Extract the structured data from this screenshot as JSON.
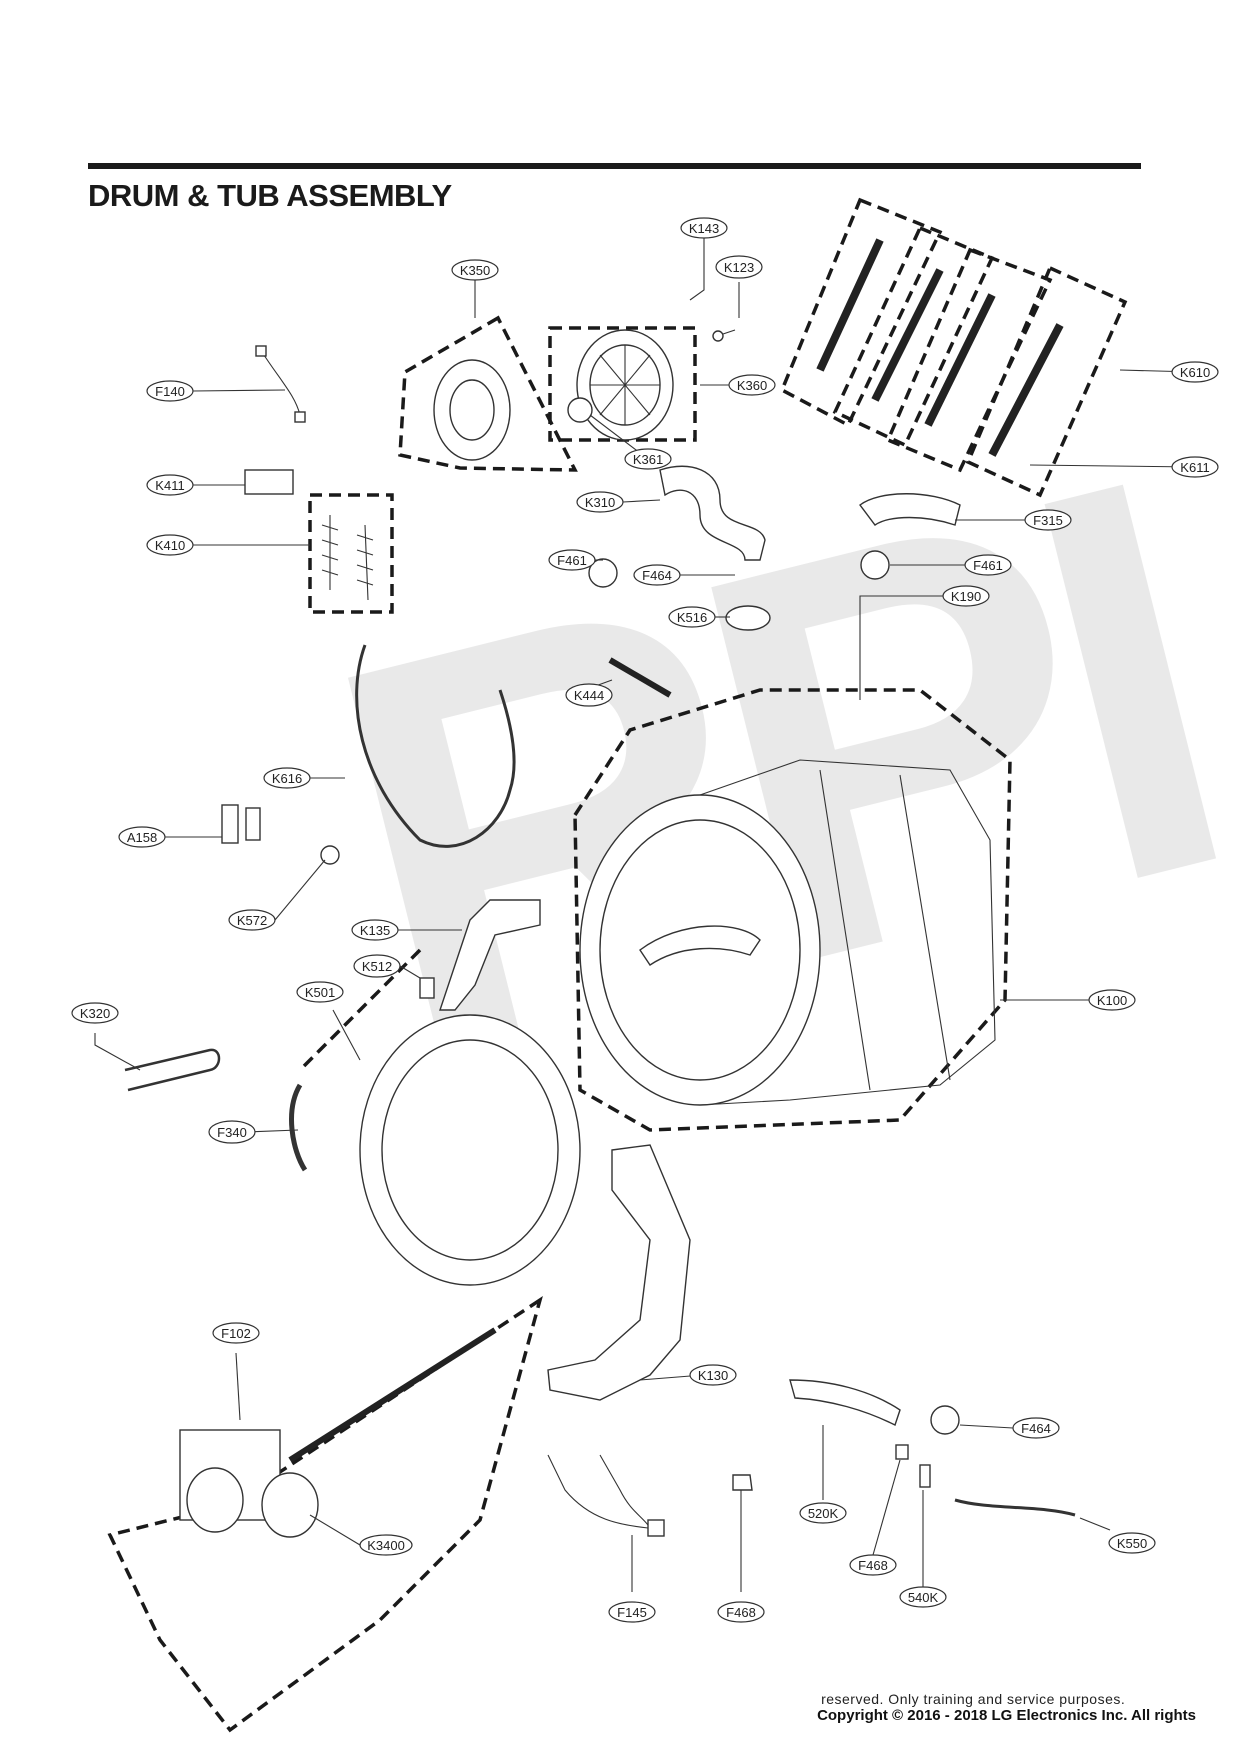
{
  "title": "DRUM & TUB ASSEMBLY",
  "watermark": "RPI",
  "footer": {
    "line1": "reserved. Only training and service purposes.",
    "line2": "Copyright © 2016 - 2018 LG Electronics Inc. All rights"
  },
  "callouts": {
    "K143": "K143",
    "K123": "K123",
    "K350": "K350",
    "K360": "K360",
    "K361": "K361",
    "K610": "K610",
    "K611": "K611",
    "F140": "F140",
    "K411": "K411",
    "K410": "K410",
    "K310": "K310",
    "F461a": "F461",
    "F464a": "F464",
    "K516": "K516",
    "F315": "F315",
    "F461b": "F461",
    "K190": "K190",
    "K444": "K444",
    "K616": "K616",
    "A158": "A158",
    "K572": "K572",
    "K135": "K135",
    "K512": "K512",
    "K501": "K501",
    "K320": "K320",
    "F340": "F340",
    "K100": "K100",
    "F102": "F102",
    "K130": "K130",
    "K3400": "K3400",
    "F464b": "F464",
    "520K": "520K",
    "F468a": "F468",
    "540K": "540K",
    "K550": "K550",
    "F145": "F145",
    "F468b": "F468"
  }
}
